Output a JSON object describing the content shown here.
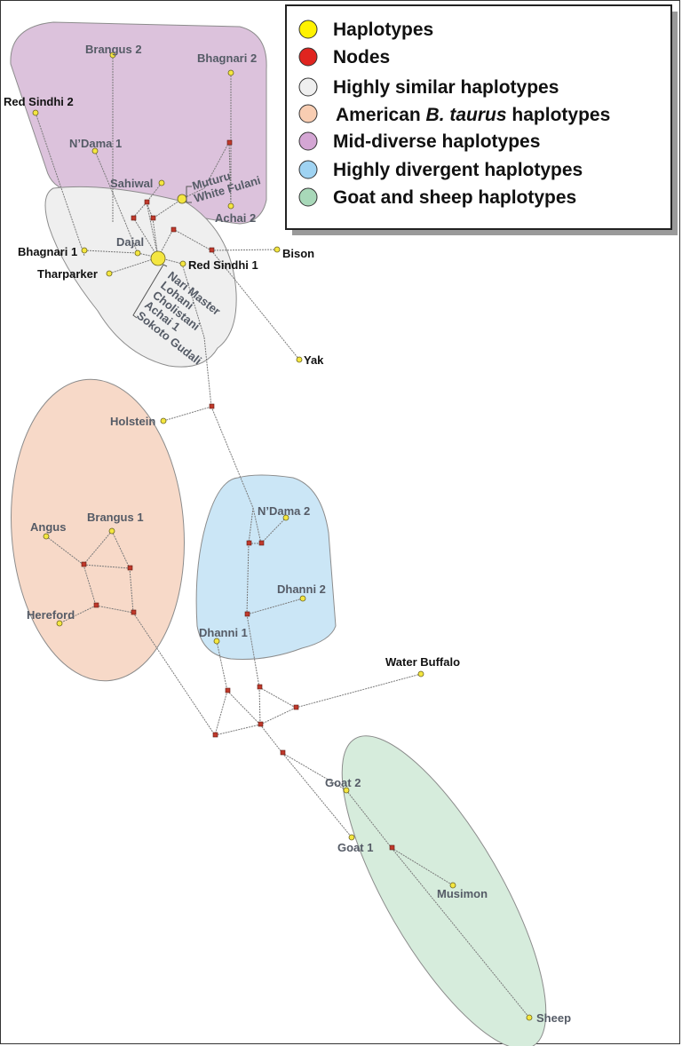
{
  "legend": {
    "items": [
      {
        "text": "Haplotypes",
        "color": "#fff200"
      },
      {
        "text": "Nodes",
        "color": "#e0241f"
      },
      {
        "text": "Highly similar haplotypes",
        "color": "#efefef"
      },
      {
        "text": "American B. taurus haplotypes",
        "color": "#f8cdb2"
      },
      {
        "text": "Mid-diverse haplotypes",
        "color": "#d4a6d4"
      },
      {
        "text": "Highly divergent haplotypes",
        "color": "#9fd3f2"
      },
      {
        "text": "Goat and sheep haplotypes",
        "color": "#a8d8b9"
      }
    ],
    "american_prefix": "American ",
    "american_italic": "B. taurus",
    "american_suffix": " haplotypes"
  },
  "regions": {
    "mid_diverse": {
      "fill": "#dcc2dc"
    },
    "highly_similar": {
      "fill": "#efefef"
    },
    "american": {
      "fill": "#f7d9c8"
    },
    "divergent": {
      "fill": "#cbe6f6"
    },
    "goat_sheep": {
      "fill": "#d6ecdc"
    }
  },
  "haplotypes": {
    "brangus2": "Brangus 2",
    "bhagnari2": "Bhagnari 2",
    "red_sindhi2": "Red Sindhi 2",
    "ndama1": "N’Dama 1",
    "sahiwal": "Sahiwal",
    "muturu": "Muturu",
    "white_fulani": "White Fulani",
    "achai2": "Achai 2",
    "bhagnari1": "Bhagnari 1",
    "dajal": "Dajal",
    "tharparker": "Tharparker",
    "red_sindhi1": "Red Sindhi 1",
    "bison": "Bison",
    "nari_master": "Nari Master",
    "lohani": "Lohani",
    "cholistani": "Cholistani",
    "achai1": "Achai 1",
    "sokoto_gudali": "Sokoto Gudali",
    "yak": "Yak",
    "holstein": "Holstein",
    "angus": "Angus",
    "brangus1": "Brangus 1",
    "hereford": "Hereford",
    "ndama2": "N’Dama 2",
    "dhanni2": "Dhanni 2",
    "dhanni1": "Dhanni 1",
    "water_buffalo": "Water Buffalo",
    "goat2": "Goat 2",
    "goat1": "Goat 1",
    "musimon": "Musimon",
    "sheep": "Sheep"
  }
}
